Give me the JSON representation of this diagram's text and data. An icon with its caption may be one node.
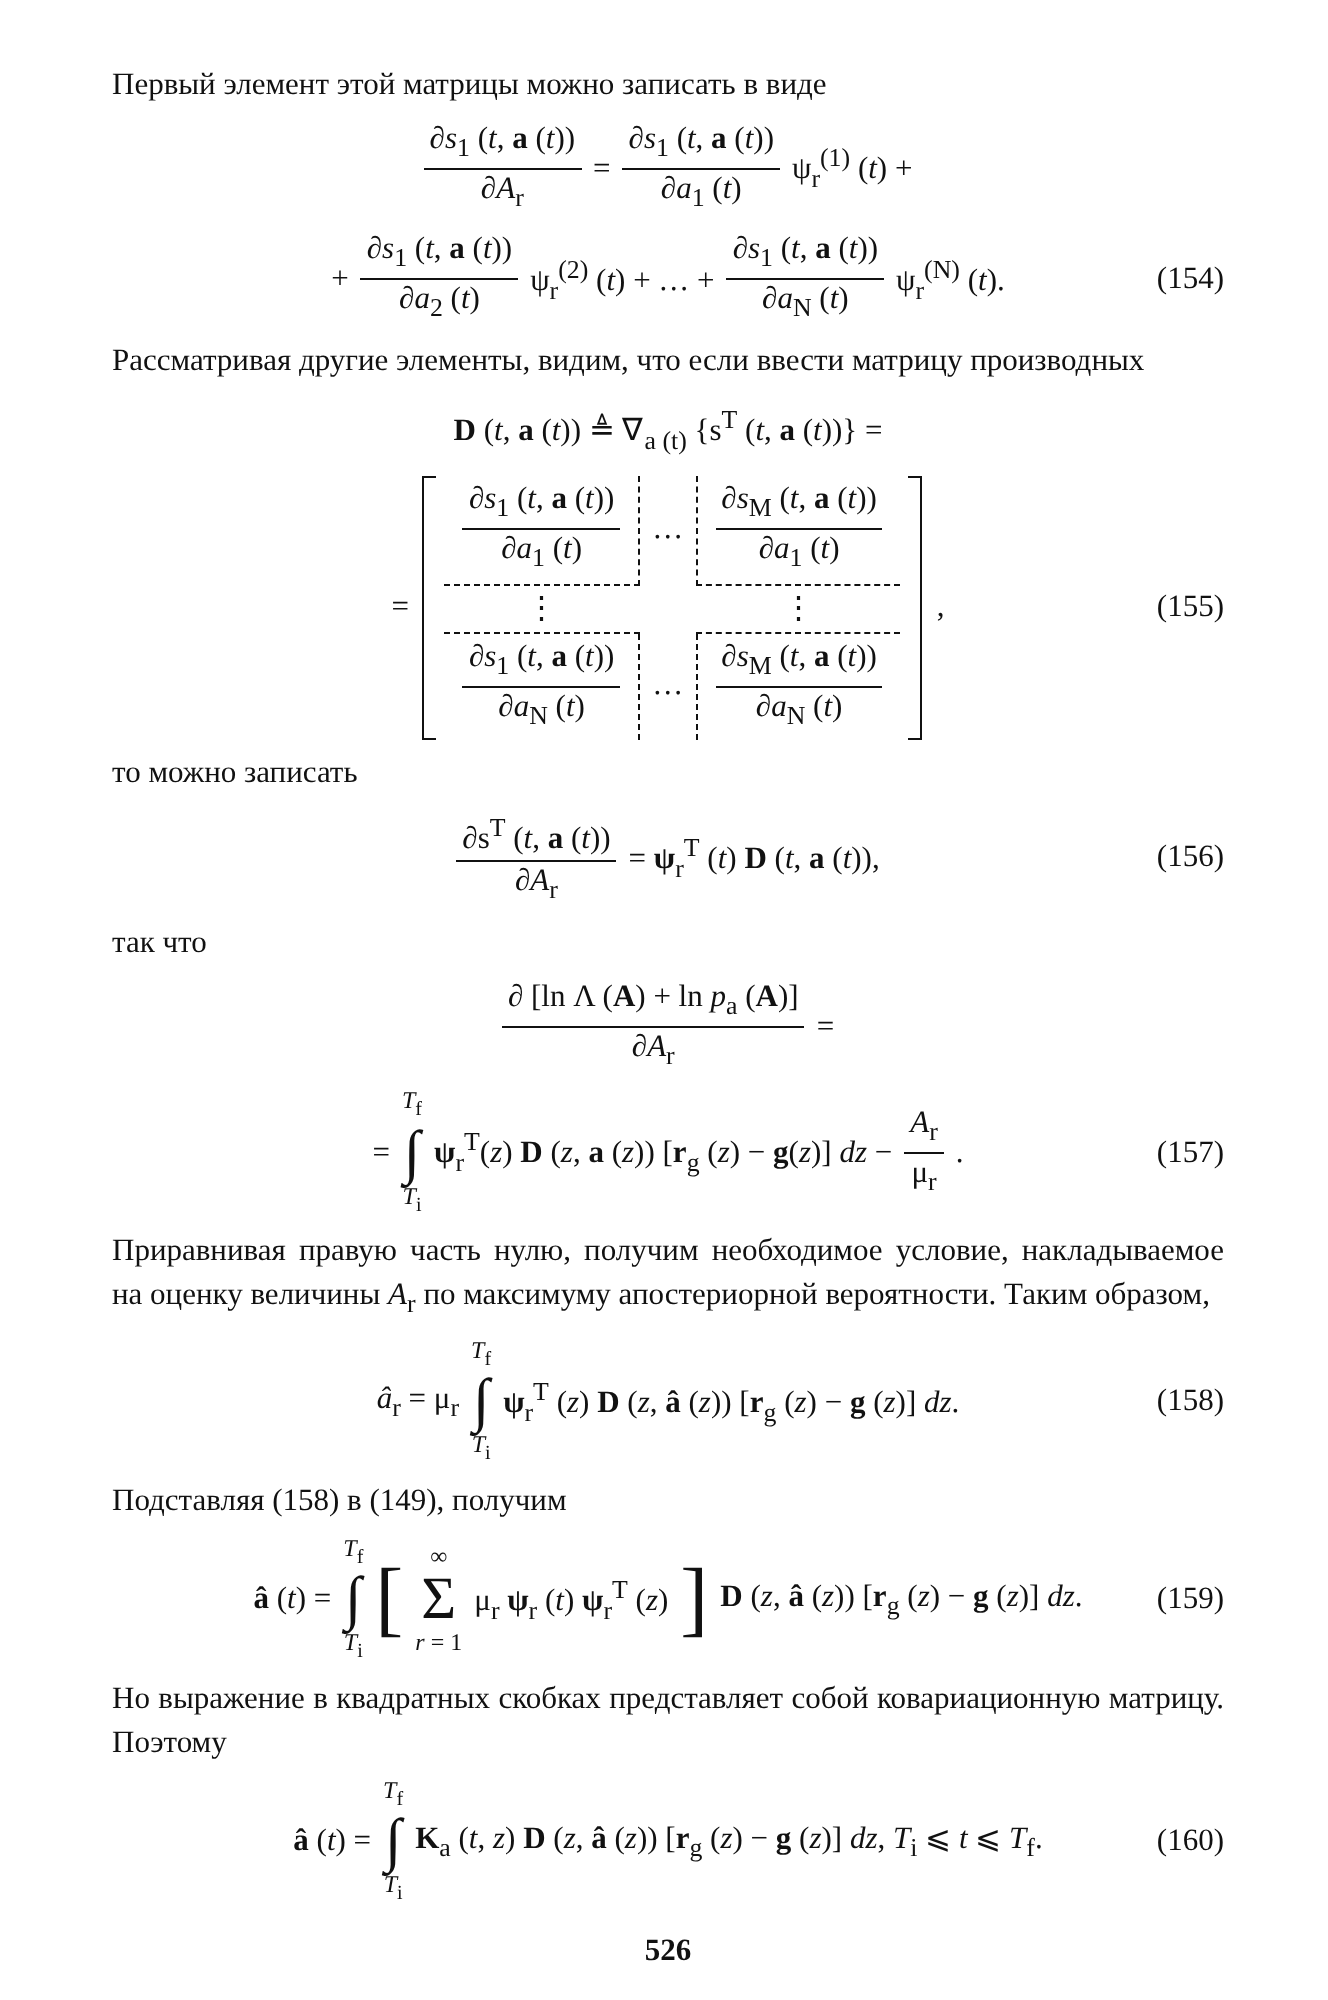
{
  "diagram": {
    "labels": [
      "Первый элемент этой матрицы можно записать в виде",
      "∂*s*$_{1}$ (*t*, **a** (*t*))",
      "∂*A*$_{r}$",
      "=",
      "∂*s*$_{1}$ (*t*, **a** (*t*))",
      "∂*a*$_{1}$ (*t*)",
      "ψ$_{r}$$^{(1)}$ (*t*) +",
      "+",
      "∂*s*$_{1}$ (*t*, **a** (*t*))",
      "∂*a*$_{2}$ (*t*)",
      "ψ$_{r}$$^{(2)}$ (*t*) + … +",
      "∂*s*$_{1}$ (*t*, **a** (*t*))",
      "∂*a*$_{N}$ (*t*)",
      "ψ$_{r}$$^{(N)}$ (*t*).",
      "(154)",
      "Рассматривая другие элементы, видим, что если ввести матрицу производных",
      "**D** (*t*, **a** (*t*)) ≜ ∇$_{a (t)}$ {s$^{T}$ (*t*, **a** (*t*))} =",
      "=",
      "∂*s*$_{1}$ (*t*, **a** (*t*))",
      "∂*a*$_{1}$ (*t*)",
      "…",
      "∂*s*$_{M}$ (*t*, **a** (*t*))",
      "∂*a*$_{1}$ (*t*)",
      "⋮",
      "⋮",
      "∂*s*$_{1}$ (*t*, **a** (*t*))",
      "∂*a*$_{N}$ (*t*)",
      "…",
      "∂*s*$_{M}$ (*t*, **a** (*t*))",
      "∂*a*$_{N}$ (*t*)",
      ",",
      "(155)",
      "то можно записать",
      "∂s$^{T}$ (*t*, **a** (*t*))",
      "∂*A*$_{r}$",
      "= **ψ**$_{r}$$^{T}$ (*t*) **D** (*t*, **a** (*t*)),",
      "(156)",
      "так что",
      "∂ [ln Λ (**A**) + ln *p*$_{a}$ (**A**)]",
      "∂*A*$_{r}$",
      "=",
      "=",
      "*T*$_{f}$",
      "∫",
      "*T*$_{i}$",
      "**ψ**$_{r}$$^{T}$(*z*) **D** (*z*, **a** (*z*)) [**r**$_{g}$ (*z*) − **g**(*z*)] *dz* −",
      "*A*$_{r}$",
      "μ$_{r}$",
      ".",
      "(157)",
      "Приравнивая правую часть нулю, получим необходимое условие, накладываемое на оценку величины *A*$_{r}$ по максимуму апостериорной вероятности. Таким образом,",
      "*â*$_{r}$ = μ$_{r}$",
      "*T*$_{f}$",
      "∫",
      "*T*$_{i}$",
      "**ψ**$_{r}$$^{T}$ (*z*) **D** (*z*, **â** (*z*)) [**r**$_{g}$ (*z*) − **g** (*z*)] *dz*.",
      "(158)",
      "Подставляя (158) в (149), получим",
      "**â** (*t*) =",
      "*T*$_{f}$",
      "∫",
      "*T*$_{i}$",
      "[",
      "∞",
      "Σ",
      "*r* = 1",
      "μ$_{r}$ **ψ**$_{r}$ (*t*) **ψ**$_{r}$$^{T}$ (*z*)",
      "]",
      "**D** (*z*, **â** (*z*)) [**r**$_{g}$ (*z*) − **g** (*z*)] *dz*.",
      "(159)",
      "Но выражение в квадратных скобках представляет собой ковариационную матрицу. Поэтому",
      "**â** (*t*) =",
      "*T*$_{f}$",
      "∫",
      "*T*$_{i}$",
      "**K**$_{a}$ (*t*, *z*) **D** (*z*, **â** (*z*)) [**r**$_{g}$ (*z*) − **g** (*z*)] *dz*,  *T*$_{i}$ ⩽ *t* ⩽ *T*$_{f}$.",
      "(160)",
      "526"
    ]
  }
}
